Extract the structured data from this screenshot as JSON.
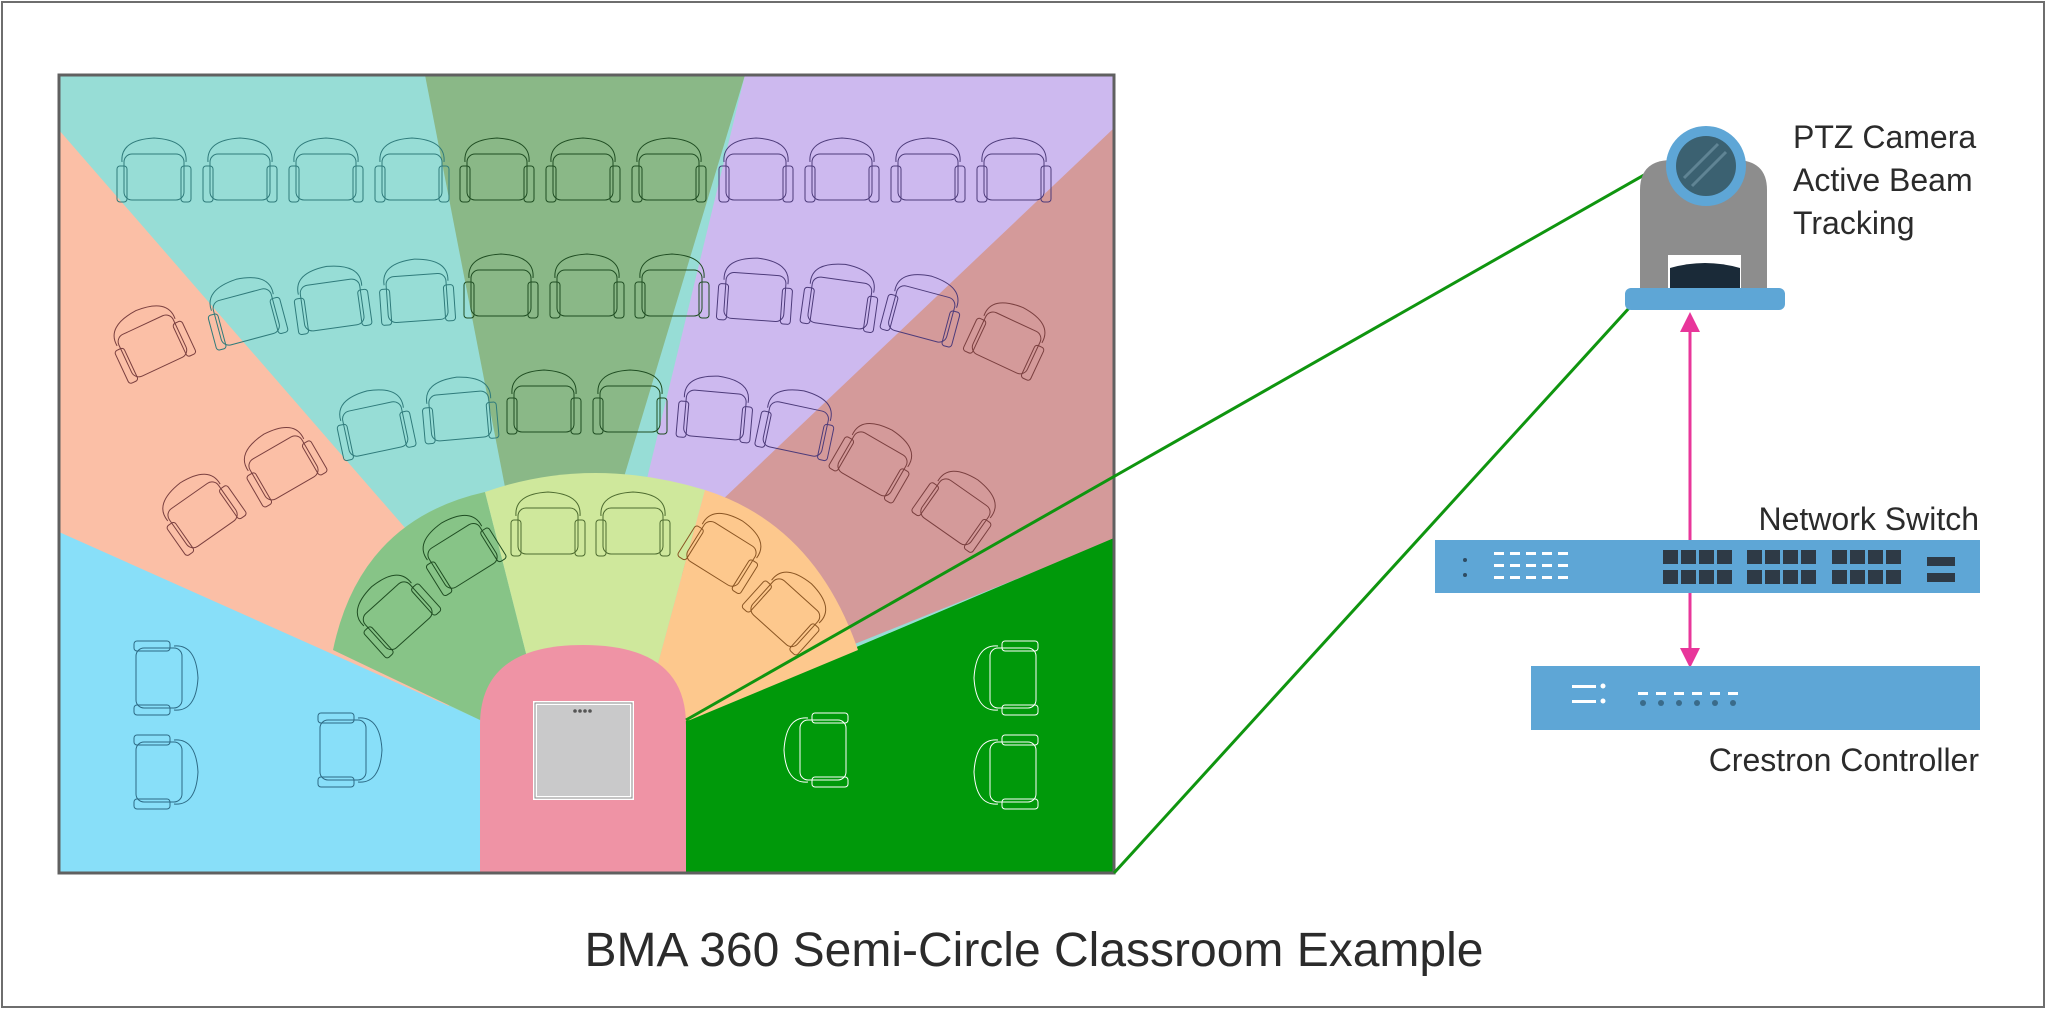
{
  "title": "BMA 360 Semi-Circle Classroom Example",
  "camera": {
    "label_lines": [
      "PTZ Camera",
      "Active Beam",
      "Tracking"
    ],
    "icon": "ptz-camera-icon"
  },
  "network_switch": {
    "label": "Network Switch",
    "icon": "network-switch-icon"
  },
  "controller": {
    "label": "Crestron Controller",
    "icon": "crestron-controller-icon"
  },
  "microphone": {
    "icon": "ceiling-microphone-array-icon"
  },
  "colors": {
    "zone_teal": "#97ddd6",
    "zone_dark_green": "#8ab887",
    "zone_purple": "#cdb9ef",
    "zone_salmon": "#fbbfa6",
    "zone_rose": "#d49a9a",
    "zone_light_blue": "#88dff9",
    "zone_bright_green": "#00990a",
    "zone_mid_green": "#87c487",
    "zone_yellow_green": "#cfe89c",
    "zone_orange": "#fdc88d",
    "zone_pink": "#ef93a5",
    "device_blue": "#5ea6d6",
    "beam_line": "#0f950f",
    "signal_arrow": "#e8369a"
  }
}
